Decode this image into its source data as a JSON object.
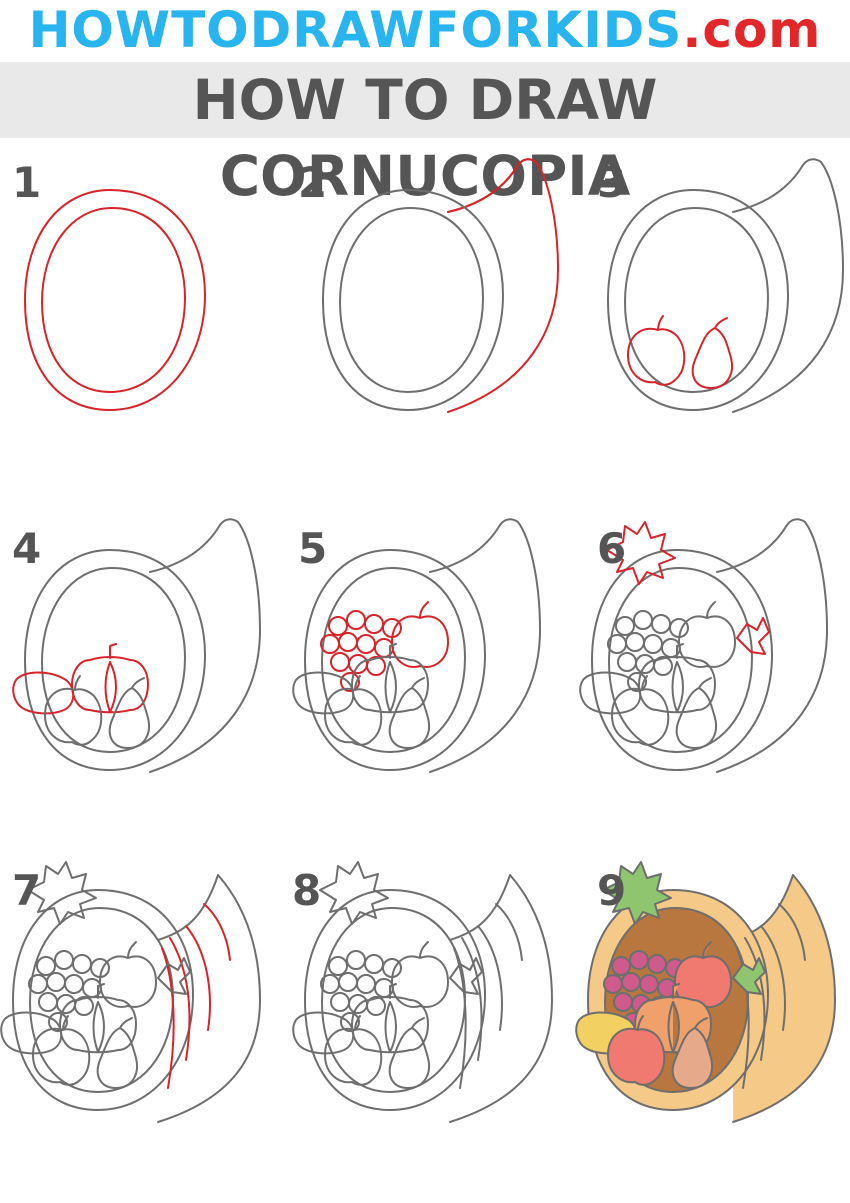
{
  "header": {
    "site_domain": "HOWTODRAWFORKIDS",
    "site_tld": ".com",
    "title": "HOW TO DRAW CORNUCOPIA"
  },
  "steps": [
    {
      "number": "1"
    },
    {
      "number": "2"
    },
    {
      "number": "3"
    },
    {
      "number": "4"
    },
    {
      "number": "5"
    },
    {
      "number": "6"
    },
    {
      "number": "7"
    },
    {
      "number": "8"
    },
    {
      "number": "9"
    }
  ],
  "colors": {
    "site_domain": "#28b4ee",
    "site_tld": "#e3262a",
    "title_text": "#555555",
    "title_band": "#e9e9e9",
    "pencil_line": "#6e6e6e",
    "new_line": "#d8232a",
    "horn_fill": "#f5c987",
    "grapes_fill": "#cf5a8c",
    "leaves_fill": "#8fc56e",
    "pumpkin_fill": "#f0a06a",
    "apple_fill": "#f07a70",
    "pear_fill": "#e6a98a",
    "corn_fill": "#f2d061",
    "basket_inside": "#b7773f"
  }
}
